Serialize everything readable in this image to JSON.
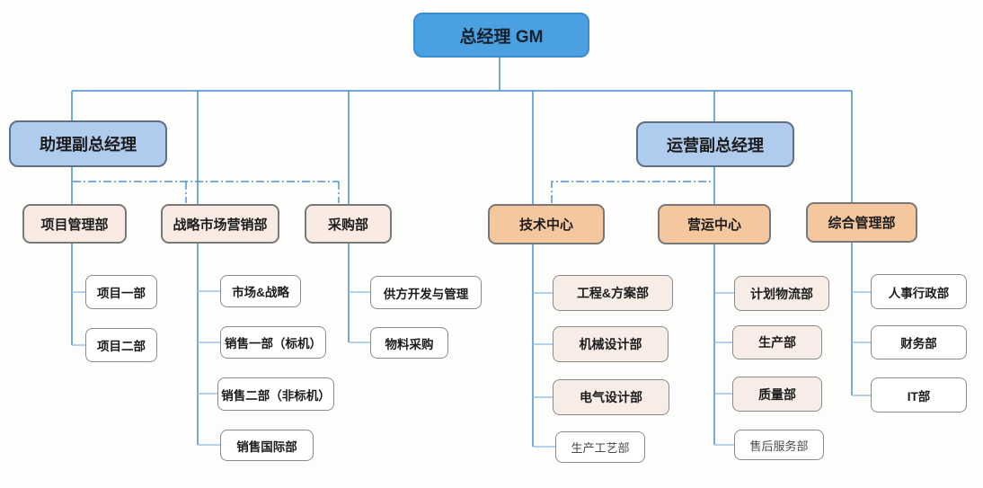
{
  "palette": {
    "root_fill": "#4BA0E2",
    "deputy_fill": "#AFCBEE",
    "dept_rose_fill": "#F9EBE3",
    "dept_peach_fill": "#F4C79F",
    "leaf_pink_fill": "#F8ECE6",
    "leaf_white_fill": "#FFFFFF",
    "box_border_gray": "#7F7F7F",
    "connector_blue": "#5B9BD5",
    "connector_light_blue": "#9CC3E6"
  },
  "org": {
    "root": {
      "label": "总经理 GM"
    },
    "deputies": [
      {
        "label": "助理副总经理"
      },
      {
        "label": "运营副总经理"
      }
    ],
    "departments": [
      {
        "label": "项目管理部",
        "children": [
          {
            "label": "项目一部"
          },
          {
            "label": "项目二部"
          }
        ]
      },
      {
        "label": "战略市场营销部",
        "children": [
          {
            "label": "市场&战略"
          },
          {
            "label": "销售一部（标机）"
          },
          {
            "label": "销售二部（非标机）"
          },
          {
            "label": "销售国际部"
          }
        ]
      },
      {
        "label": "采购部",
        "children": [
          {
            "label": "供方开发与管理"
          },
          {
            "label": "物料采购"
          }
        ]
      },
      {
        "label": "技术中心",
        "children": [
          {
            "label": "工程&方案部"
          },
          {
            "label": "机械设计部"
          },
          {
            "label": "电气设计部"
          },
          {
            "label": "生产工艺部"
          }
        ]
      },
      {
        "label": "营运中心",
        "children": [
          {
            "label": "计划物流部"
          },
          {
            "label": "生产部"
          },
          {
            "label": "质量部"
          },
          {
            "label": "售后服务部"
          }
        ]
      },
      {
        "label": "综合管理部",
        "children": [
          {
            "label": "人事行政部"
          },
          {
            "label": "财务部"
          },
          {
            "label": "IT部"
          }
        ]
      }
    ]
  }
}
